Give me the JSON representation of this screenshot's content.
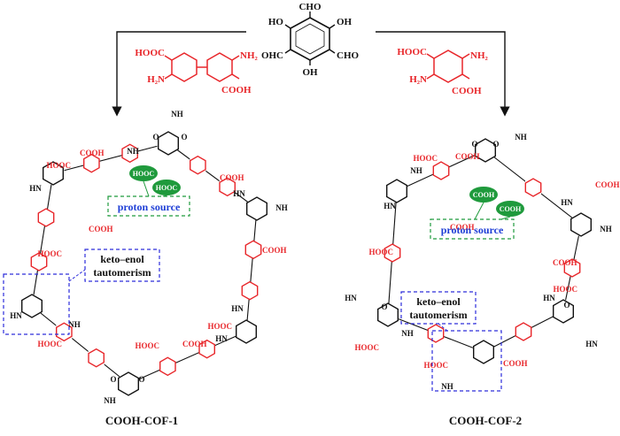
{
  "colors": {
    "ink": "#111111",
    "linker": "#e8262a",
    "proton_box": "#1f9a3c",
    "tautomer_box": "#2d2ddb",
    "proton_text": "#1f3fd6",
    "ellipse_fill": "#1f9a3c",
    "ellipse_text": "#ffffff"
  },
  "monomer": {
    "cho_top": "CHO",
    "ho_left_top": "HO",
    "oh_right_top": "OH",
    "ohc_left": "OHC",
    "cho_right": "CHO",
    "oh_bottom": "OH"
  },
  "linker_left": {
    "hooc": "HOOC",
    "h2n": "H₂N",
    "nh2": "NH₂",
    "cooh": "COOH"
  },
  "linker_right": {
    "hooc": "HOOC",
    "h2n": "H₂N",
    "nh2": "NH₂",
    "cooh": "COOH"
  },
  "cof1": {
    "name": "COOH-COF-1",
    "proton_label": "proton source",
    "tautomer_label_1": "keto–enol",
    "tautomer_label_2": "tautomerism",
    "ellipse_1": "HOOC",
    "ellipse_2": "HOOC",
    "cooh_labels": [
      "COOH",
      "COOH",
      "COOH",
      "COOH",
      "COOH"
    ],
    "hooc_labels": [
      "HOOC",
      "HOOC",
      "HOOC",
      "HOOC",
      "HOOC"
    ],
    "nh_labels": [
      "NH",
      "NH",
      "HN",
      "HN",
      "NH",
      "NH",
      "HN",
      "HN",
      "NH",
      "HN"
    ],
    "o_labels": [
      "O",
      "O",
      "O",
      "O"
    ]
  },
  "cof2": {
    "name": "COOH-COF-2",
    "proton_label": "proton source",
    "tautomer_label_1": "keto–enol",
    "tautomer_label_2": "tautomerism",
    "ellipse_1": "COOH",
    "ellipse_2": "COOH",
    "cooh_labels": [
      "COOH",
      "COOH",
      "COOH",
      "COOH",
      "COOH"
    ],
    "hooc_labels": [
      "HOOC",
      "HOOC",
      "HOOC",
      "HOOC",
      "HOOC"
    ],
    "nh_labels": [
      "NH",
      "NH",
      "HN",
      "HN",
      "NH",
      "NH",
      "HN",
      "HN",
      "NH",
      "HN"
    ],
    "o_labels": [
      "O",
      "O",
      "O",
      "O"
    ]
  }
}
